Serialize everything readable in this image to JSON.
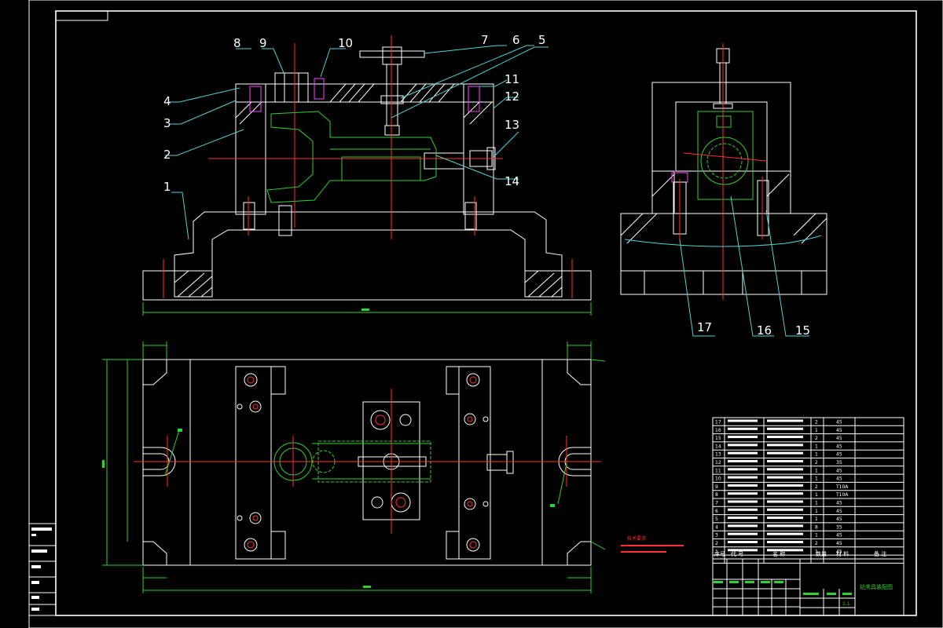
{
  "callouts": [
    "1",
    "2",
    "3",
    "4",
    "5",
    "6",
    "7",
    "8",
    "9",
    "10",
    "11",
    "12",
    "13",
    "14",
    "15",
    "16",
    "17"
  ],
  "colors": {
    "background": "#000000",
    "outline": "#ffffff",
    "leader": "#4fd3d3",
    "hidden_part": "#2fd12f",
    "center_line": "#ff3030",
    "bolt_highlight": "#ff40ff",
    "dimension": "#2fd12f"
  },
  "bom": {
    "headers": [
      "序号",
      "代 号",
      "名 称",
      "数量",
      "材 料",
      "备 注"
    ],
    "rows": [
      {
        "no": "17",
        "qty": "2",
        "mat": "45"
      },
      {
        "no": "16",
        "qty": "1",
        "mat": "45"
      },
      {
        "no": "15",
        "qty": "2",
        "mat": "45"
      },
      {
        "no": "14",
        "qty": "1",
        "mat": "45"
      },
      {
        "no": "13",
        "qty": "1",
        "mat": "45"
      },
      {
        "no": "12",
        "qty": "2",
        "mat": "35"
      },
      {
        "no": "11",
        "qty": "1",
        "mat": "45"
      },
      {
        "no": "10",
        "qty": "1",
        "mat": "45"
      },
      {
        "no": "9",
        "qty": "2",
        "mat": "T10A"
      },
      {
        "no": "8",
        "qty": "1",
        "mat": "T10A"
      },
      {
        "no": "7",
        "qty": "1",
        "mat": "45"
      },
      {
        "no": "6",
        "qty": "1",
        "mat": "45"
      },
      {
        "no": "5",
        "qty": "1",
        "mat": "45"
      },
      {
        "no": "4",
        "qty": "8",
        "mat": "35"
      },
      {
        "no": "3",
        "qty": "1",
        "mat": "45"
      },
      {
        "no": "2",
        "qty": "2",
        "mat": "45"
      },
      {
        "no": "1",
        "qty": "1",
        "mat": "45"
      }
    ]
  },
  "title_block": {
    "drawing_name": "钻夹具装配图",
    "scale": "1:1"
  },
  "tech_requirements": {
    "title": "技术要求"
  }
}
